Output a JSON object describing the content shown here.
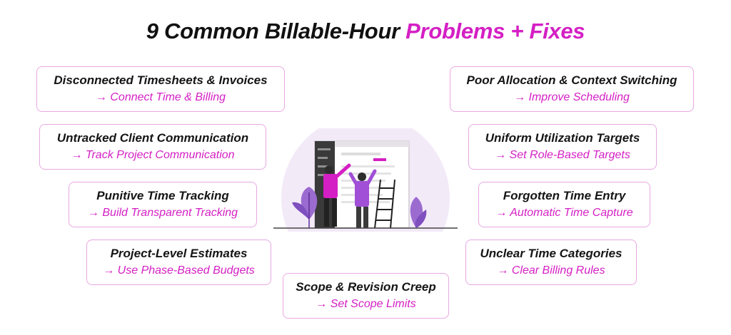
{
  "title": {
    "main": "9 Common Billable-Hour",
    "accent": "Problems + Fixes",
    "accent_color": "#d41fc4"
  },
  "cards": [
    {
      "problem": "Disconnected Timesheets & Invoices",
      "fix": "→ Connect Time & Billing"
    },
    {
      "problem": "Untracked Client Communication",
      "fix": "→ Track Project Communication"
    },
    {
      "problem": "Punitive Time Tracking",
      "fix": "→ Build Transparent Tracking"
    },
    {
      "problem": "Project-Level Estimates",
      "fix": "→ Use Phase-Based Budgets"
    },
    {
      "problem": "Poor Allocation & Context Switching",
      "fix": "→  Improve Scheduling"
    },
    {
      "problem": "Uniform Utilization Targets",
      "fix": "→ Set Role-Based Targets"
    },
    {
      "problem": "Forgotten Time Entry",
      "fix": "→ Automatic Time Capture"
    },
    {
      "problem": "Unclear Time Categories",
      "fix": "→ Clear Billing Rules"
    },
    {
      "problem": "Scope & Revision Creep",
      "fix": "→ Set Scope Limits"
    }
  ],
  "illustration": {
    "icon": "team-planning-board-illustration"
  }
}
